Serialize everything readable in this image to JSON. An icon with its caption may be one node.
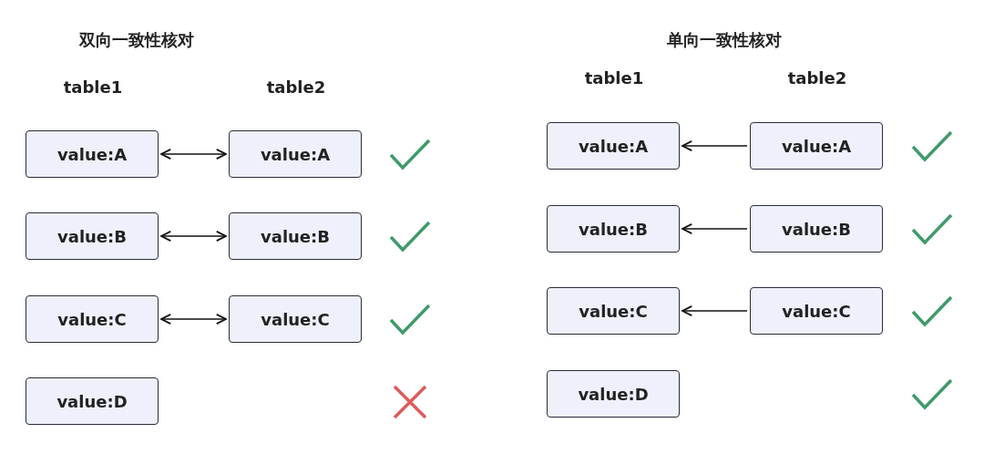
{
  "diagram": {
    "nodes": [
      {
        "text": [
          "value:A"
        ]
      },
      {
        "text": [
          "value:A"
        ]
      },
      {
        "text": [
          "value:B"
        ]
      },
      {
        "text": [
          "value:B"
        ]
      },
      {
        "text": [
          "value:C"
        ]
      },
      {
        "text": [
          "value:C"
        ]
      },
      {
        "text": [
          "value:D"
        ]
      },
      {
        "text": [
          "value:A"
        ]
      },
      {
        "text": [
          "value:A"
        ]
      },
      {
        "text": [
          "value:B"
        ]
      },
      {
        "text": [
          "value:B"
        ]
      },
      {
        "text": [
          "value:C"
        ]
      },
      {
        "text": [
          "value:C"
        ]
      },
      {
        "text": [
          "value:D"
        ]
      }
    ],
    "edges": [
      {
        "from": 0,
        "to": 1,
        "arrow": "both"
      },
      {
        "from": 2,
        "to": 3,
        "arrow": "both"
      },
      {
        "from": 4,
        "to": 5,
        "arrow": "both"
      },
      {
        "from": 8,
        "to": 7,
        "arrow": "to"
      },
      {
        "from": 10,
        "to": 9,
        "arrow": "to"
      },
      {
        "from": 12,
        "to": 11,
        "arrow": "to"
      }
    ],
    "labels": [
      "双向一致性核对",
      "单向一致性核对",
      "table1",
      "table2",
      "table1",
      "table2"
    ]
  }
}
